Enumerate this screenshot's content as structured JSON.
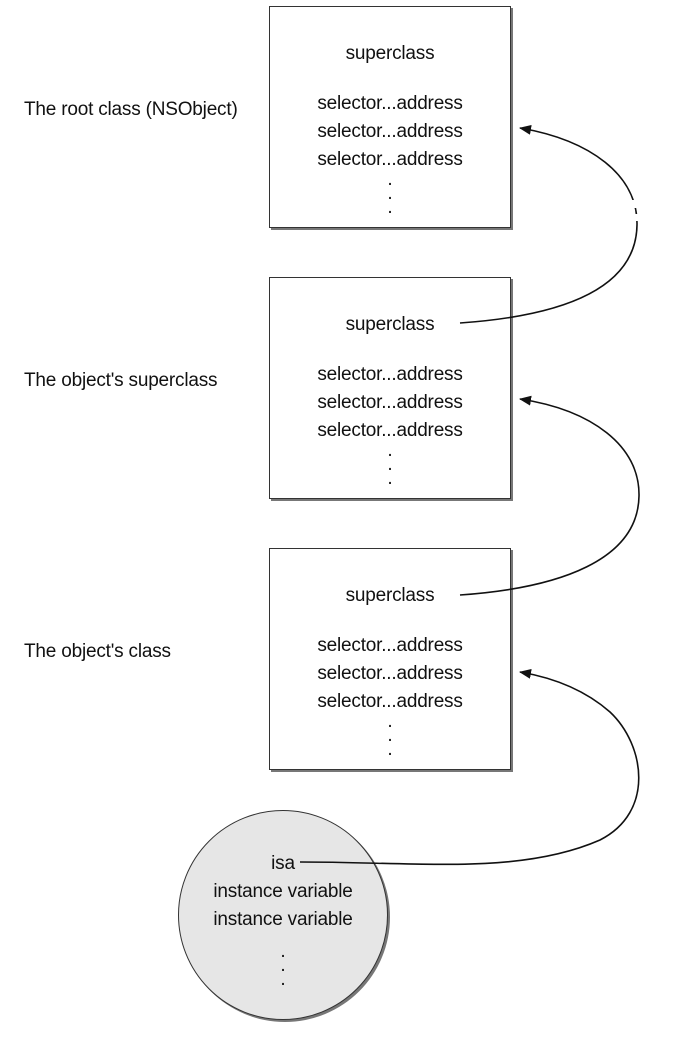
{
  "labels": {
    "root_class": "The root class (NSObject)",
    "superclass": "The object's superclass",
    "class": "The object's class"
  },
  "boxes": [
    {
      "superclass": "superclass",
      "rows": [
        "selector...address",
        "selector...address",
        "selector...address"
      ],
      "ellipsis": ".\n.\n."
    },
    {
      "superclass": "superclass",
      "rows": [
        "selector...address",
        "selector...address",
        "selector...address"
      ],
      "ellipsis": ".\n.\n."
    },
    {
      "superclass": "superclass",
      "rows": [
        "selector...address",
        "selector...address",
        "selector...address"
      ],
      "ellipsis": ".\n.\n."
    }
  ],
  "object": {
    "isa": "isa",
    "ivars": [
      "instance variable",
      "instance variable"
    ],
    "ellipsis": ".\n.\n."
  },
  "colors": {
    "line": "#111111",
    "object_fill": "#e6e6e6"
  }
}
